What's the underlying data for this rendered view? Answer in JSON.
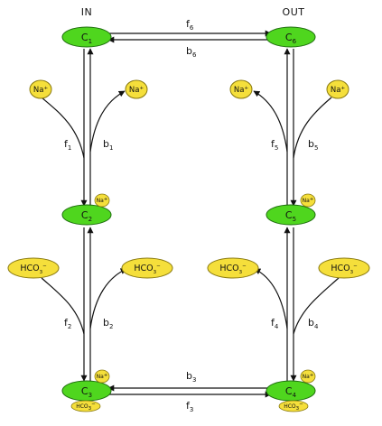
{
  "headers": {
    "inside": "IN",
    "outside": "OUT"
  },
  "colors": {
    "state_fill": "#4fd61e",
    "state_stroke": "#1f6e0f",
    "ion_fill": "#f5df3b",
    "ion_stroke": "#8a7a10",
    "line": "#111111"
  },
  "states": [
    {
      "base": "C",
      "sub": "1"
    },
    {
      "base": "C",
      "sub": "2"
    },
    {
      "base": "C",
      "sub": "3"
    },
    {
      "base": "C",
      "sub": "4"
    },
    {
      "base": "C",
      "sub": "5"
    },
    {
      "base": "C",
      "sub": "6"
    }
  ],
  "rates": {
    "f1": {
      "base": "f",
      "sub": "1"
    },
    "b1": {
      "base": "b",
      "sub": "1"
    },
    "f2": {
      "base": "f",
      "sub": "2"
    },
    "b2": {
      "base": "b",
      "sub": "2"
    },
    "f3": {
      "base": "f",
      "sub": "3"
    },
    "b3": {
      "base": "b",
      "sub": "3"
    },
    "f4": {
      "base": "f",
      "sub": "4"
    },
    "b4": {
      "base": "b",
      "sub": "4"
    },
    "f5": {
      "base": "f",
      "sub": "5"
    },
    "b5": {
      "base": "b",
      "sub": "5"
    },
    "f6": {
      "base": "f",
      "sub": "6"
    },
    "b6": {
      "base": "b",
      "sub": "6"
    }
  },
  "ions": {
    "sodium": {
      "base": "Na",
      "sup": "+"
    },
    "bicarbonate": {
      "base": "HCO",
      "sub": "3",
      "sup": "−"
    }
  }
}
